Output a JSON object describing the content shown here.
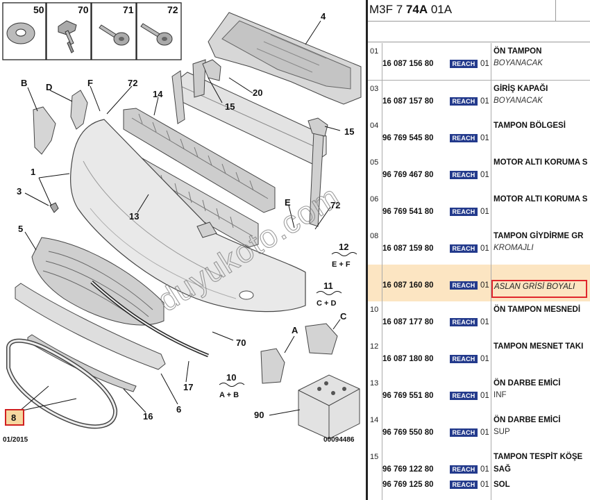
{
  "diagram": {
    "fasteners": [
      {
        "ref": "50",
        "icon": "washer-icon"
      },
      {
        "ref": "70",
        "icon": "bolt-icon"
      },
      {
        "ref": "71",
        "icon": "screw-icon"
      },
      {
        "ref": "72",
        "icon": "screw-icon"
      }
    ],
    "callouts": {
      "c4": "4",
      "c20": "20",
      "c15a": "15",
      "c15b": "15",
      "c14": "14",
      "cB": "B",
      "cD": "D",
      "cF": "F",
      "c72a": "72",
      "c72b": "72",
      "c1": "1",
      "c3": "3",
      "c13": "13",
      "c5": "5",
      "cE": "E",
      "c70": "70",
      "c17": "17",
      "c6": "6",
      "c16": "16",
      "c90": "90",
      "cA": "A",
      "cC": "C"
    },
    "groups": {
      "g12_num": "12",
      "g12_sub": "E + F",
      "g11_num": "11",
      "g11_sub": "C + D",
      "g10_num": "10",
      "g10_sub": "A + B"
    },
    "boxed_callout": "8",
    "date_code": "01/2015",
    "diagram_code": "00094486",
    "watermark": "duyukoto.com"
  },
  "panel": {
    "ref_prefix": "M3F 7 ",
    "ref_bold": "74A",
    "ref_suffix": " 01A",
    "rows": [
      {
        "num": "01",
        "part": "16 087 156 80",
        "reach": "REACH",
        "qty": "01",
        "desc": "ÖN TAMPON",
        "sub": "BOYANACAK"
      },
      {
        "num": "03",
        "part": "16 087 157 80",
        "reach": "REACH",
        "qty": "01",
        "desc": "GİRİŞ KAPAĞI",
        "sub": "BOYANACAK"
      },
      {
        "num": "04",
        "part": "96 769 545 80",
        "reach": "REACH",
        "qty": "01",
        "desc": "TAMPON BÖLGESİ",
        "sub": ""
      },
      {
        "num": "05",
        "part": "96 769 467 80",
        "reach": "REACH",
        "qty": "01",
        "desc": "MOTOR ALTI KORUMA S",
        "sub": ""
      },
      {
        "num": "06",
        "part": "96 769 541 80",
        "reach": "REACH",
        "qty": "01",
        "desc": "MOTOR ALTI KORUMA S",
        "sub": ""
      },
      {
        "num": "08",
        "part": "16 087 159 80",
        "reach": "REACH",
        "qty": "01",
        "desc": "TAMPON GİYDİRME GR",
        "sub": "KROMAJLI"
      },
      {
        "num": "",
        "part": "16 087 160 80",
        "reach": "REACH",
        "qty": "01",
        "desc": "",
        "sub": "ASLAN GRİSİ BOYALI"
      },
      {
        "num": "10",
        "part": "16 087 177 80",
        "reach": "REACH",
        "qty": "01",
        "desc": "ÖN TAMPON MESNEDİ",
        "sub": ""
      },
      {
        "num": "12",
        "part": "16 087 180 80",
        "reach": "REACH",
        "qty": "01",
        "desc": "TAMPON MESNET TAKI",
        "sub": ""
      },
      {
        "num": "13",
        "part": "96 769 551 80",
        "reach": "REACH",
        "qty": "01",
        "desc": "ÖN DARBE EMİCİ",
        "sub": "INF"
      },
      {
        "num": "14",
        "part": "96 769 550 80",
        "reach": "REACH",
        "qty": "01",
        "desc": "ÖN DARBE EMİCİ",
        "sub": "SUP"
      },
      {
        "num": "15",
        "part": "96 769 122 80",
        "reach": "REACH",
        "qty": "01",
        "desc": "TAMPON TESPİT KÖŞE",
        "sub": "SAĞ",
        "part2": "96 769 125 80",
        "reach2": "REACH",
        "qty2": "01",
        "sub2": "SOL"
      }
    ]
  }
}
